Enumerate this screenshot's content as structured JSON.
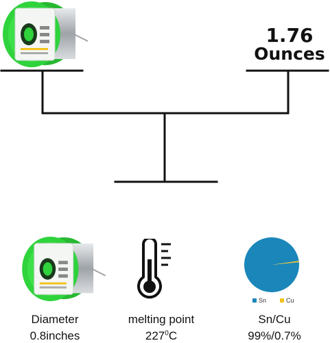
{
  "weight": {
    "value_label": "1.76",
    "unit_label": "Ounces"
  },
  "specs": {
    "diameter": {
      "label": "Diameter",
      "value": "0.8inches"
    },
    "melting": {
      "label": "melting point",
      "value_number": "227",
      "value_sup": "0",
      "value_unit": "C"
    },
    "composition": {
      "label": "Sn/Cu",
      "value": "99%/0.7%"
    }
  },
  "chart_data": {
    "type": "pie",
    "categories": [
      "Sn",
      "Cu"
    ],
    "values": [
      99,
      0.7
    ],
    "colors": [
      "#1a86ba",
      "#f2c21b"
    ],
    "legend": "bottom"
  },
  "colors": {
    "spool_green": "#2fd33c",
    "pie_sn": "#1a86ba",
    "pie_cu": "#f2c21b",
    "line": "#111111"
  },
  "icons": [
    "solder-spool-icon",
    "thermometer-icon"
  ]
}
